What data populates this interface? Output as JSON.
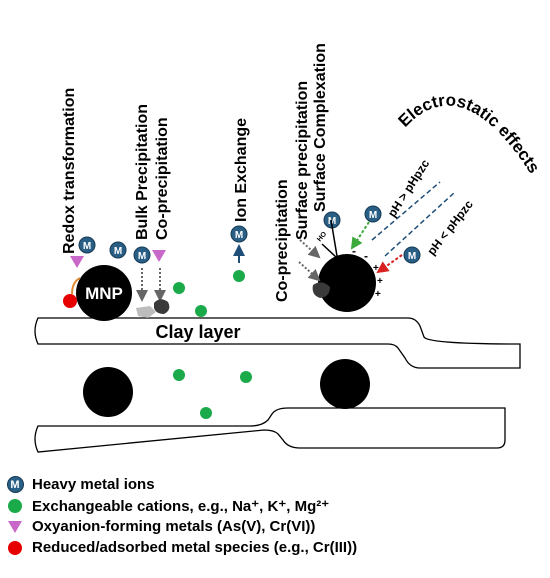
{
  "diagram": {
    "mechanisms": {
      "redox": "Redox transformation",
      "bulk_precipitation": "Bulk Precipitation",
      "coprecipitation_1": "Co-precipitation",
      "ion_exchange": "Ion Exchange",
      "coprecipitation_2": "Co-precipitation",
      "surface_precipitation": "Surface precipitation",
      "surface_complexation": "Surface Complexation",
      "electrostatic": "Electrostatic effects"
    },
    "conditions": {
      "ph_greater": "pH > pHpzc",
      "ph_less": "pH < pHpzc"
    },
    "mnp_label": "MNP",
    "clay_label": "Clay layer",
    "hydroxyl_label": "HO",
    "metal_symbol": "M",
    "charges": {
      "negative": "-",
      "positive": "+"
    }
  },
  "legend": {
    "items": [
      {
        "label": "Heavy metal ions",
        "marker": "metal-ion-badge"
      },
      {
        "label": "Exchangeable cations, e.g., Na⁺, K⁺, Mg²⁺",
        "marker": "green-circle"
      },
      {
        "label": "Oxyanion-forming metals (As(V), Cr(VI))",
        "marker": "purple-triangle"
      },
      {
        "label": "Reduced/adsorbed metal species (e.g., Cr(III))",
        "marker": "red-circle"
      }
    ]
  },
  "colors": {
    "metal_ion": "#2a5f85",
    "cation": "#1aaa4a",
    "oxyanion": "#c868c8",
    "reduced_species": "#e60000",
    "nanoparticle": "#000000",
    "arrow_ph_high": "#3caa3c",
    "arrow_ph_low": "#d82020",
    "dashed_line": "#1f4e79"
  }
}
